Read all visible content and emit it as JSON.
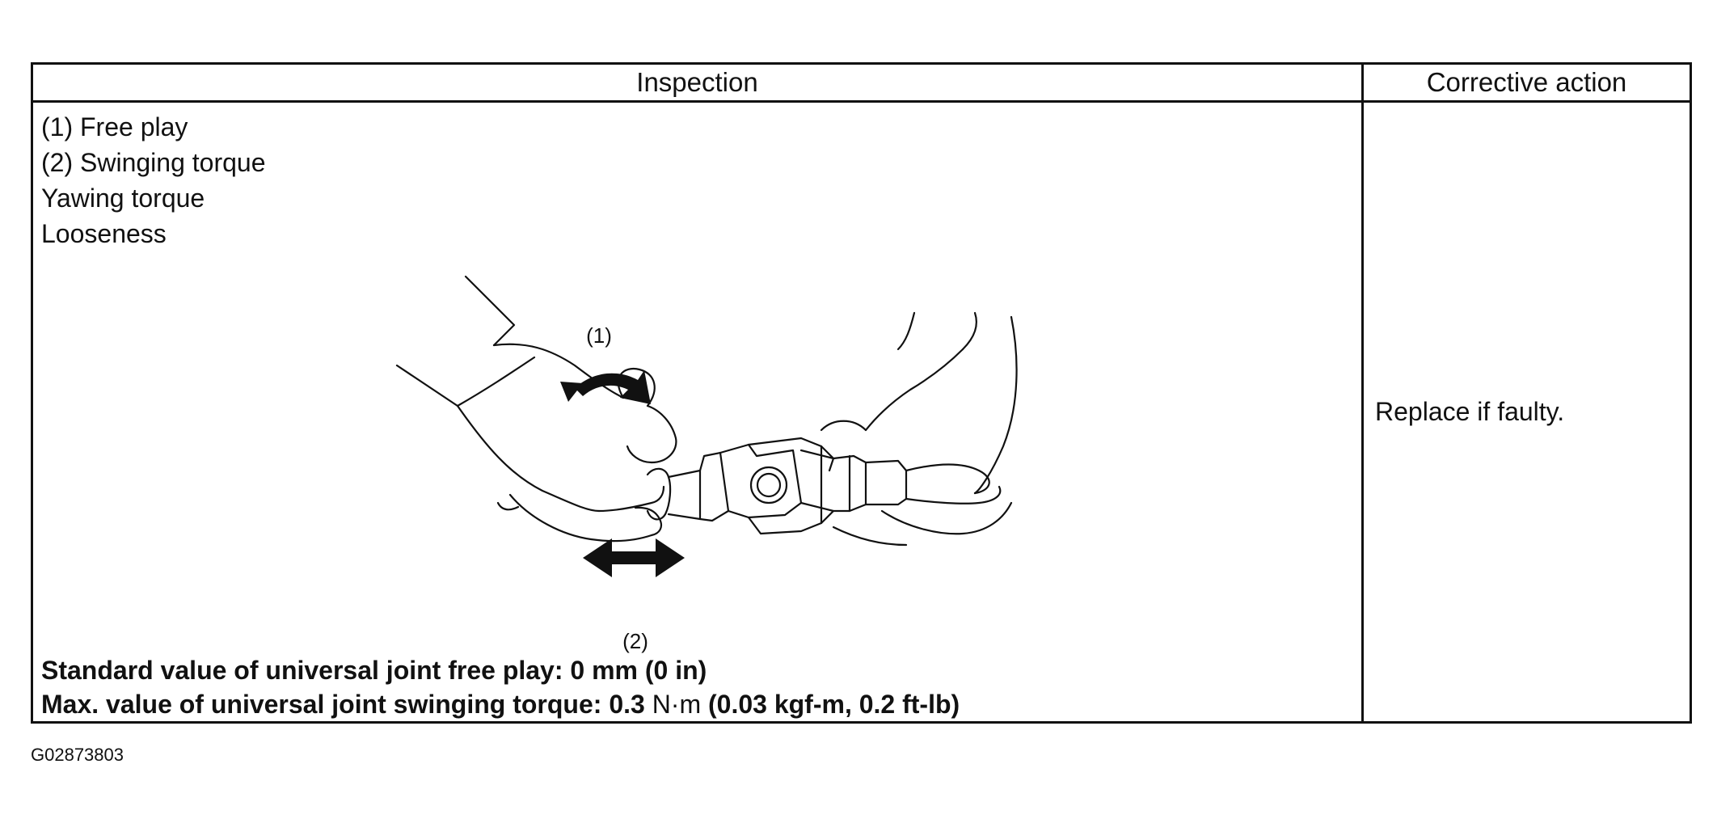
{
  "table": {
    "headers": {
      "inspection": "Inspection",
      "corrective": "Corrective action"
    },
    "items": [
      "(1) Free play",
      "(2) Swinging torque",
      "Yawing torque",
      "Looseness"
    ],
    "figure": {
      "label_1": "(1)",
      "label_2": "(2)"
    },
    "standard_value": "Standard value of universal joint free play: 0 mm (0 in)",
    "max_value": {
      "prefix": "Max. value of universal joint swinging torque: 0.3 ",
      "unit": "N·m",
      "suffix": " (0.03 kgf-m, 0.2 ft-lb)"
    },
    "corrective_action": "Replace if faulty."
  },
  "figure_code": "G02873803"
}
